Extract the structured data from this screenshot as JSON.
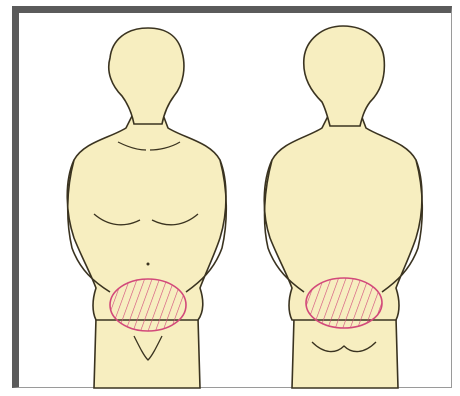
{
  "figure": {
    "views": [
      {
        "name": "front",
        "highlighted_region": "lower-abdomen"
      },
      {
        "name": "back",
        "highlighted_region": "lower-back"
      }
    ],
    "colors": {
      "background": "#ffffff",
      "frame": "#5b5b5b",
      "skin_fill": "#f7eec0",
      "outline": "#3a3320",
      "hatch": "#d2497a"
    }
  }
}
